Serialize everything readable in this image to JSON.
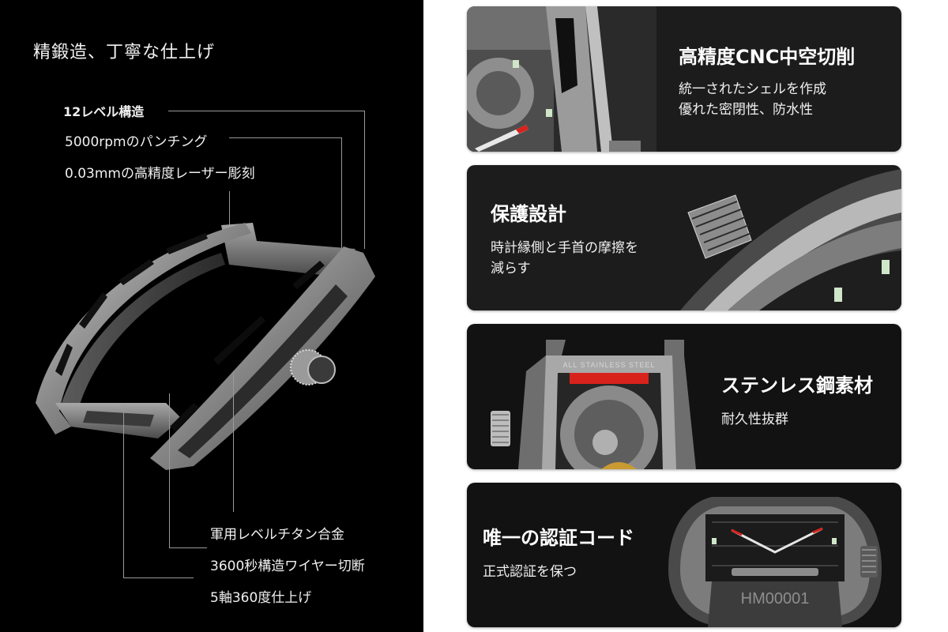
{
  "left_panel": {
    "title": "精鍛造、丁寧な仕上げ",
    "specs_top": [
      "12レベル構造",
      "5000rpmのパンチング",
      "0.03mmの高精度レーザー彫刻"
    ],
    "specs_bottom": [
      "軍用レベルチタン合金",
      "3600秒構造ワイヤー切断",
      "5軸360度仕上げ"
    ],
    "image": "watch-case-frame-illustration"
  },
  "cards": [
    {
      "title": "高精度CNC中空切削",
      "description": "統一されたシェルを作成\n優れた密閉性、防水性",
      "image": "watch-case-closeup"
    },
    {
      "title": "保護設計",
      "description": "時計縁側と手首の摩擦を\n減らす",
      "image": "knurled-crown-closeup"
    },
    {
      "title": "ステンレス鋼素材",
      "description": "耐久性抜群",
      "image": "watch-caseback-movement",
      "engraving": "ALL STAINLESS STEEL"
    },
    {
      "title": "唯一の認証コード",
      "description": "正式認証を保つ",
      "image": "skeleton-watch-front",
      "serial": "HM00001"
    }
  ],
  "colors": {
    "left_bg": "#000000",
    "card_bg": "#1c1c1c",
    "page_bg": "#ffffff",
    "leader_line": "#9a9a9a",
    "accent_red": "#d8221c"
  }
}
